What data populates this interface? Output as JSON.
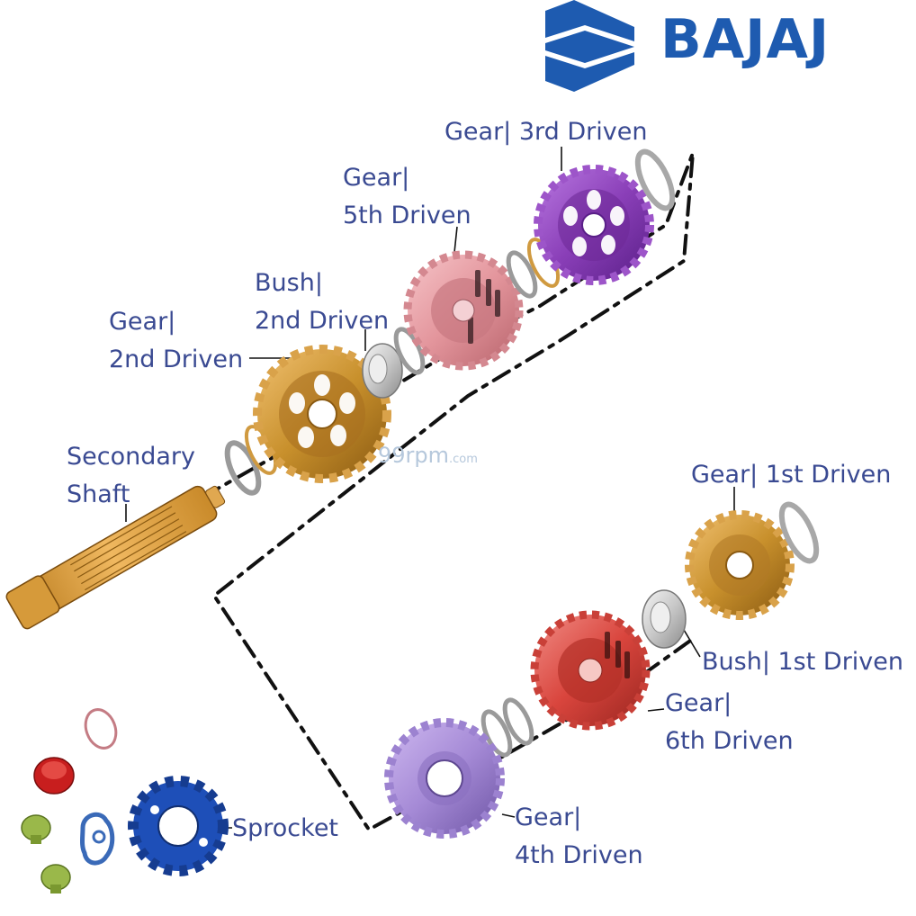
{
  "brand": {
    "name": "BAJAJ",
    "color": "#1e5bb0",
    "logo_icon": "bajaj-wing-logo-icon"
  },
  "watermark": {
    "main": "99rpm",
    "suffix": ".com"
  },
  "labels": {
    "gear_3rd": [
      "Gear|  3rd Driven"
    ],
    "gear_5th": [
      "Gear|",
      "5th Driven"
    ],
    "bush_2nd": [
      "Bush|",
      "2nd Driven"
    ],
    "gear_2nd": [
      "Gear|",
      "2nd Driven"
    ],
    "secondary_shaft": [
      "Secondary",
      "Shaft"
    ],
    "gear_1st": [
      "Gear|  1st Driven"
    ],
    "bush_1st": [
      "Bush|  1st Driven"
    ],
    "gear_6th": [
      "Gear|",
      "6th Driven"
    ],
    "gear_4th": [
      "Gear|",
      "4th Driven"
    ],
    "sprocket": [
      "Sprocket"
    ]
  },
  "colors": {
    "label_text": "#3a4a92",
    "gear_gold": "#c8902c",
    "gear_purple": "#8a3fb8",
    "gear_pink": "#e3959c",
    "gear_red": "#d9453d",
    "gear_lavender": "#a58ad6",
    "sprocket_blue": "#1e4fb8",
    "washer_grey": "#b8b8b8"
  }
}
